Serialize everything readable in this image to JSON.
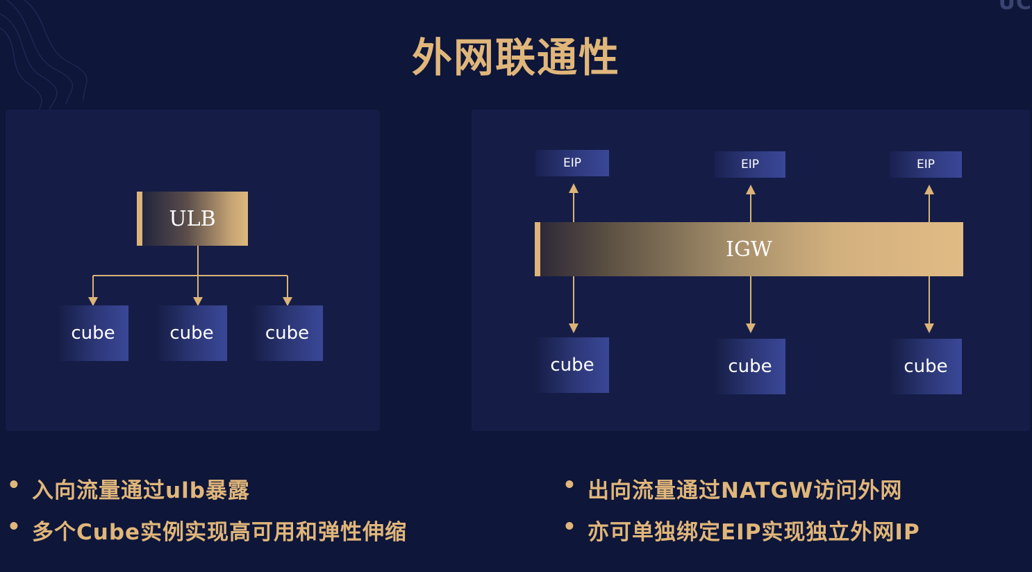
{
  "title": "外网联通性",
  "corner_logo": "UC",
  "colors": {
    "background": "#0e1639",
    "panel": "#151d47",
    "gold": "#e0b67a",
    "cube_blue": "#3a4797"
  },
  "left_diagram": {
    "balancer_label": "ULB",
    "cubes": [
      "cube",
      "cube",
      "cube"
    ]
  },
  "right_diagram": {
    "gateway_label": "IGW",
    "eips": [
      "EIP",
      "EIP",
      "EIP"
    ],
    "cubes": [
      "cube",
      "cube",
      "cube"
    ]
  },
  "bullets_left": [
    "入向流量通过ulb暴露",
    "多个Cube实例实现高可用和弹性伸缩"
  ],
  "bullets_right": [
    "出向流量通过NATGW访问外网",
    "亦可单独绑定EIP实现独立外网IP"
  ],
  "bullet_glyph": "•"
}
